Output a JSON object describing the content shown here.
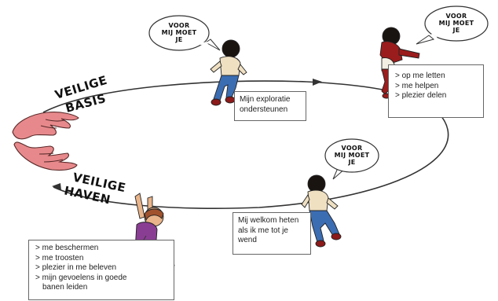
{
  "labels": {
    "secure_base_line1": "VEILIGE",
    "secure_base_line2": "BASIS",
    "safe_haven_line1": "VEILIGE",
    "safe_haven_line2": "HAVEN"
  },
  "bubbles": [
    {
      "line1": "VOOR",
      "line2": "MIJ MOET",
      "line3": "JE"
    },
    {
      "line1": "VOOR",
      "line2": "MIJ MOET",
      "line3": "JE"
    },
    {
      "line1": "VOOR",
      "line2": "MIJ MOET",
      "line3": "JE"
    }
  ],
  "boxes": {
    "exploration": {
      "line1": "Mijn exploratie",
      "line2": "ondersteunen"
    },
    "top_right": {
      "items": [
        "> op me letten",
        "> me helpen",
        "> plezier delen"
      ]
    },
    "welcome": {
      "line1": "Mij welkom heten",
      "line2": "als ik me tot je",
      "line3": "wend"
    },
    "bottom_left": {
      "items": [
        "> me beschermen",
        "> me troosten",
        "> plezier in me beleven",
        "> mijn gevoelens in goede",
        "banen leiden"
      ]
    }
  },
  "colors": {
    "skin_hands": "#e7898c",
    "shirt_beige": "#efe0c2",
    "jeans_blue": "#3b6db3",
    "hair_dark": "#1a1410",
    "red_suit": "#9b1c1c",
    "purple_shirt": "#8a3e93",
    "diaper_cream": "#f3efe3",
    "outline": "#333333"
  }
}
